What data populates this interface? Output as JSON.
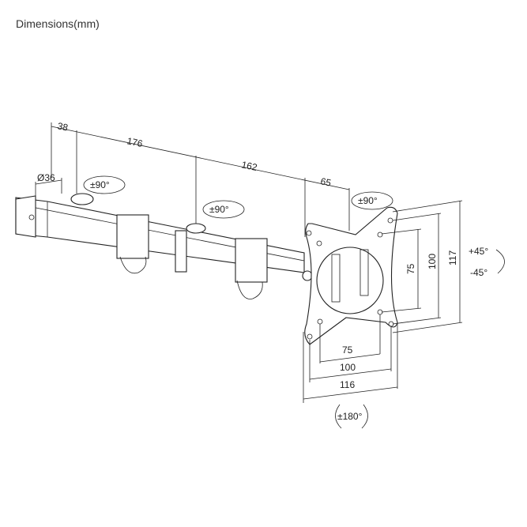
{
  "title": "Dimensions(mm)",
  "arm_dimensions": {
    "d1": "38",
    "d2": "176",
    "d3": "162",
    "d4": "65",
    "pole_diameter": "Ø36"
  },
  "rotations": {
    "joint1": "±90°",
    "joint2": "±90°",
    "joint3": "±90°",
    "tilt_up": "+45°",
    "tilt_down": "-45°",
    "swivel": "±180°"
  },
  "vesa": {
    "h75": "75",
    "h100": "100",
    "h116": "116",
    "v75": "75",
    "v100": "100",
    "v117": "117"
  }
}
